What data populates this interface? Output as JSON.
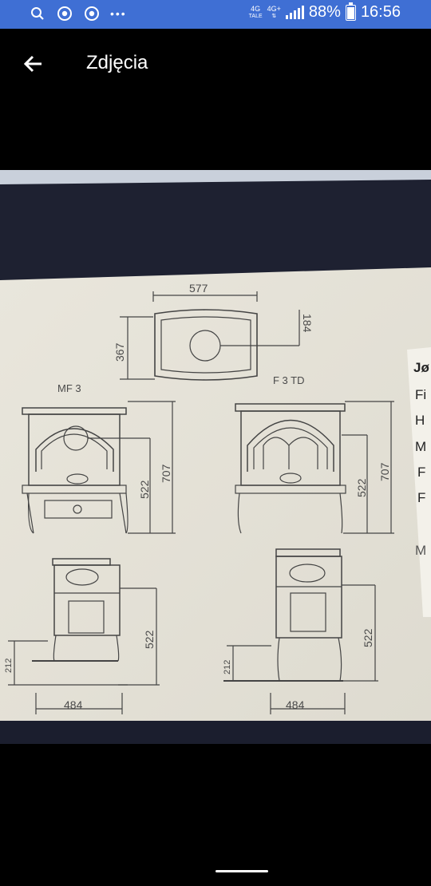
{
  "status_bar": {
    "network_top": "4G",
    "network_sub": "TALE",
    "network2": "4G+",
    "battery_percent": "88%",
    "battery_level": 0.88,
    "time": "16:56",
    "icons": [
      "search-icon",
      "chrome-icon",
      "chrome-icon",
      "more-dots-icon",
      "signal-icon",
      "charging-battery-icon"
    ]
  },
  "app_bar": {
    "back_icon": "arrow-back-icon",
    "title": "Zdjęcia"
  },
  "photo": {
    "top_dimension_width": "577",
    "top_dimension_depth": "184",
    "top_dimension_side": "367",
    "model_left": "MF 3",
    "model_right": "F 3 TD",
    "height_left_1": "522",
    "height_left_2": "707",
    "height_right_1": "522",
    "height_right_2": "707",
    "side_left_height": "522",
    "side_left_base": "212",
    "side_left_width": "484",
    "side_right_height": "522",
    "side_right_base": "212",
    "side_right_width": "484",
    "right_edge_text": [
      "Jø",
      "Fi",
      "H",
      "M",
      "F",
      "F",
      "M"
    ]
  }
}
